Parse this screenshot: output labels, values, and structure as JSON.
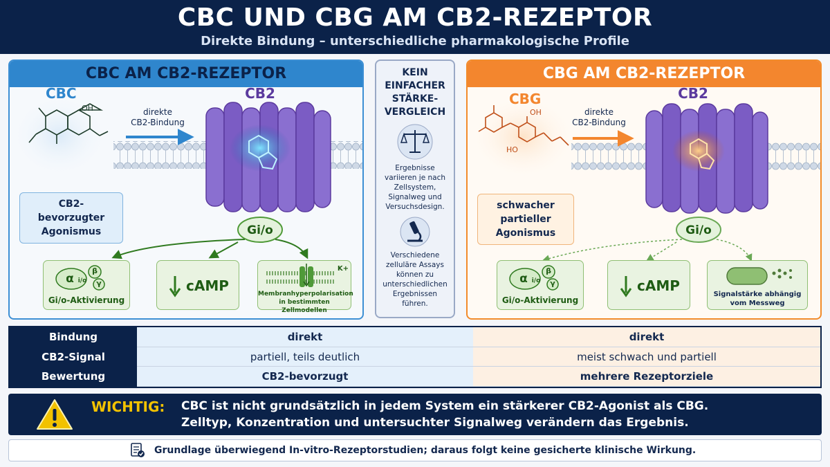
{
  "header": {
    "title": "CBC UND CBG AM CB2-REZEPTOR",
    "subtitle": "Direkte Bindung – unterschiedliche pharmakologische Profile"
  },
  "left": {
    "title": "CBC AM CB2-REZEPTOR",
    "molecule": "CBC",
    "oh": "OH",
    "receptor": "CB2",
    "arrow_1": "direkte",
    "arrow_2": "CB2-Bindung",
    "agonism_1": "CB2-bevorzugter",
    "agonism_2": "Agonismus",
    "gprotein": "Gi/o",
    "results": {
      "alpha": "α",
      "alpha_sub": "i/o",
      "beta": "β",
      "gamma": "γ",
      "activation": "Gi/o-Aktivierung",
      "camp": "cAMP",
      "kplus": "K+",
      "membrane_1": "Membranhyperpolarisation",
      "membrane_2": "in bestimmten Zellmodellen"
    }
  },
  "right": {
    "title": "CBG AM CB2-REZEPTOR",
    "molecule": "CBG",
    "oh": "OH",
    "ho": "HO",
    "receptor": "CB2",
    "arrow_1": "direkte",
    "arrow_2": "CB2-Bindung",
    "agonism_1": "schwacher",
    "agonism_2": "partieller",
    "agonism_3": "Agonismus",
    "gprotein": "Gi/o",
    "results": {
      "alpha": "α",
      "alpha_sub": "i/o",
      "beta": "β",
      "gamma": "γ",
      "activation": "Gi/o-Aktivierung",
      "camp": "cAMP",
      "signal_1": "Signalstärke abhängig",
      "signal_2": "vom Messweg"
    }
  },
  "side": {
    "title_1": "KEIN",
    "title_2": "EINFACHER",
    "title_3": "STÄRKE-",
    "title_4": "VERGLEICH",
    "text1_1": "Ergebnisse",
    "text1_2": "variieren je nach",
    "text1_3": "Zellsystem,",
    "text1_4": "Signalweg und",
    "text1_5": "Versuchsdesign.",
    "text2_1": "Verschiedene",
    "text2_2": "zelluläre Assays",
    "text2_3": "können zu",
    "text2_4": "unterschiedlichen",
    "text2_5": "Ergebnissen",
    "text2_6": "führen."
  },
  "table": {
    "rows": [
      {
        "label": "Bindung",
        "left": "direkt",
        "right": "direkt"
      },
      {
        "label": "CB2-Signal",
        "left": "partiell, teils deutlich",
        "right": "meist schwach und partiell"
      },
      {
        "label": "Bewertung",
        "left": "CB2-bevorzugt",
        "right": "mehrere Rezeptorziele"
      }
    ]
  },
  "warning": {
    "label": "WICHTIG:",
    "line1": "CBC ist nicht grundsätzlich in jedem System ein stärkerer CB2-Agonist als CBG.",
    "line2": "Zelltyp, Konzentration und untersuchter Signalweg verändern das Ergebnis."
  },
  "footer": {
    "text": "Grundlage überwiegend In-vitro-Rezeptorstudien; daraus folgt keine gesicherte klinische Wirkung."
  },
  "colors": {
    "navy": "#0b2249",
    "blue": "#2f86cd",
    "orange": "#f3862e",
    "purple": "#7b5cc4",
    "green": "#2f7a1f",
    "yellow": "#f2c200"
  }
}
